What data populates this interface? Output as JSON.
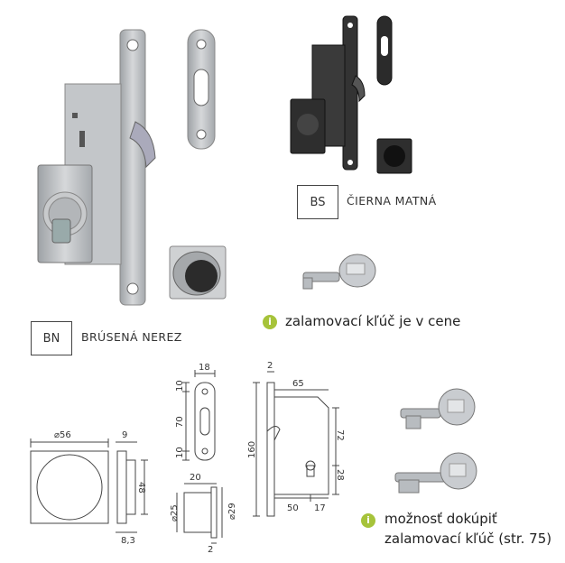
{
  "variants": [
    {
      "code": "BN",
      "label": "BRÚSENÁ NEREZ"
    },
    {
      "code": "BS",
      "label": "ČIERNA MATNÁ"
    }
  ],
  "notes": {
    "key_included": "zalamovací kľúč je v cene",
    "key_optional_line1": "možnosť dokúpiť",
    "key_optional_line2": "zalamovací kľúč (str. 75)",
    "info_glyph": "i"
  },
  "dims": {
    "handle_width": "56",
    "handle_depth": "9",
    "handle_height": "48",
    "handle_flange": "8,3",
    "strike_width": "18",
    "strike_top": "10",
    "strike_mid": "70",
    "strike_bottom": "10",
    "pull_width": "20",
    "pull_dia_inner": "25",
    "pull_dia_outer": "29",
    "pull_flange": "2",
    "lock_plate": "2",
    "lock_body": "65",
    "lock_height": "160",
    "lock_upper": "72",
    "lock_lower": "28",
    "lock_backset": "50",
    "lock_offset": "17",
    "diameter_symbol": "⌀"
  },
  "colors": {
    "steel": "#b9bcbf",
    "black": "#2a2a2a",
    "accent": "#a6c33a"
  }
}
